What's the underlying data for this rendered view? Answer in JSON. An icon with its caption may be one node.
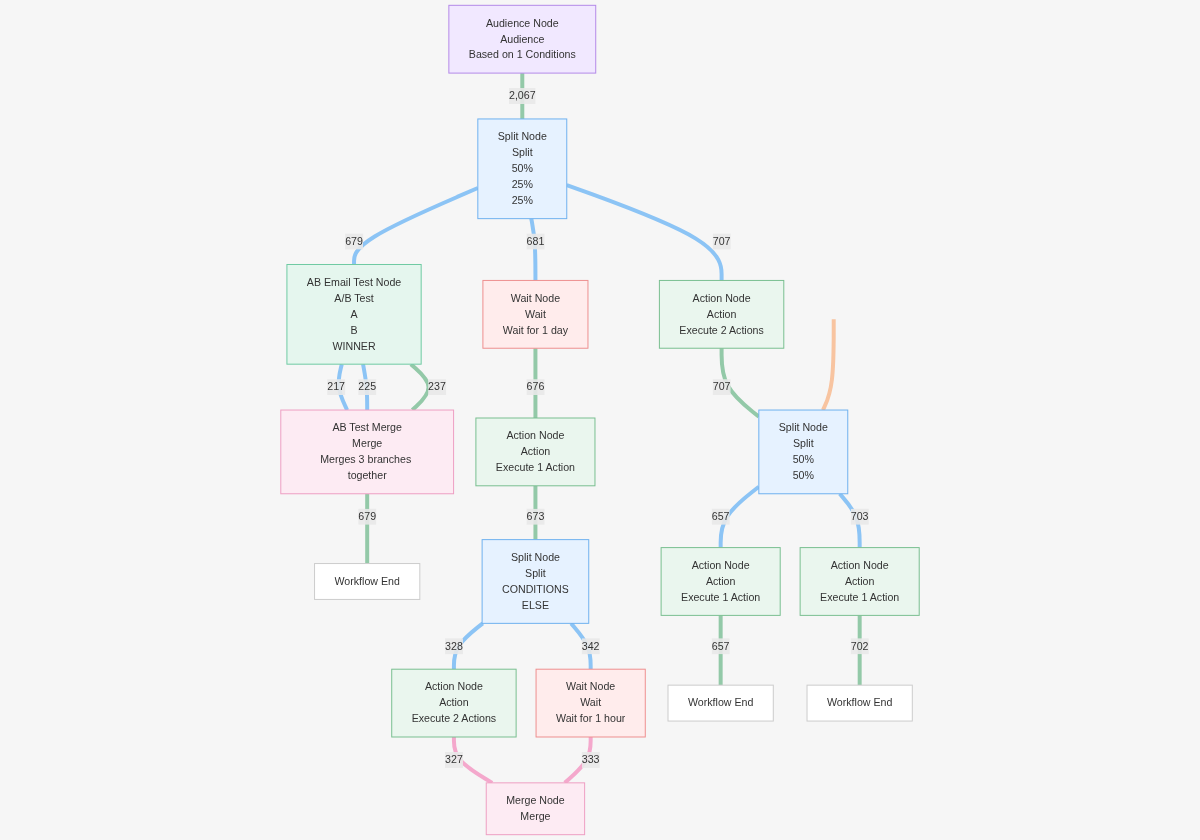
{
  "diagram": {
    "nodes": [
      {
        "text": [
          "Audience Node",
          "Audience",
          "Based on 1 Conditions"
        ]
      },
      {
        "text": [
          "Split Node",
          "Split",
          "50%",
          "25%",
          "25%"
        ]
      },
      {
        "text": [
          "AB Email Test Node",
          "A/B Test",
          "A",
          "B",
          "WINNER"
        ]
      },
      {
        "text": [
          "Wait Node",
          "Wait",
          "Wait for 1 day"
        ]
      },
      {
        "text": [
          "Action Node",
          "Action",
          "Execute 2 Actions"
        ]
      },
      {
        "text": [
          "AB Test Merge",
          "Merge",
          "Merges 3 branches together"
        ]
      },
      {
        "text": [
          "Action Node",
          "Action",
          "Execute 1 Action"
        ]
      },
      {
        "text": [
          "Split Node",
          "Split",
          "50%",
          "50%"
        ]
      },
      {
        "text": [
          "Workflow End"
        ]
      },
      {
        "text": [
          "Split Node",
          "Split",
          "CONDITIONS",
          "ELSE"
        ]
      },
      {
        "text": [
          "Action Node",
          "Action",
          "Execute 1 Action"
        ]
      },
      {
        "text": [
          "Action Node",
          "Action",
          "Execute 1 Action"
        ]
      },
      {
        "text": [
          "Action Node",
          "Action",
          "Execute 2 Actions"
        ]
      },
      {
        "text": [
          "Wait Node",
          "Wait",
          "Wait for 1 hour"
        ]
      },
      {
        "text": [
          "Workflow End"
        ]
      },
      {
        "text": [
          "Workflow End"
        ]
      },
      {
        "text": [
          "Merge Node",
          "Merge"
        ]
      }
    ],
    "edges": [
      {
        "from": 0,
        "to": 1,
        "arrow": "none",
        "label": "2,067",
        "color": "#93c9a8"
      },
      {
        "from": 1,
        "to": 2,
        "arrow": "none",
        "label": "679"
      },
      {
        "from": 1,
        "to": 3,
        "arrow": "none",
        "label": "681"
      },
      {
        "from": 1,
        "to": 4,
        "arrow": "none",
        "label": "707"
      },
      {
        "from": 2,
        "to": 5,
        "arrow": "none",
        "label": "217"
      },
      {
        "from": 2,
        "to": 5,
        "arrow": "none",
        "label": "225"
      },
      {
        "from": 2,
        "to": 5,
        "arrow": "none",
        "label": "237",
        "color": "#93c9a8"
      },
      {
        "from": 3,
        "to": 6,
        "arrow": "none",
        "label": "676",
        "color": "#93c9a8"
      },
      {
        "from": 4,
        "to": 7,
        "arrow": "none",
        "label": "707",
        "color": "#93c9a8"
      },
      {
        "from": 5,
        "to": 8,
        "arrow": "none",
        "label": "679",
        "color": "#93c9a8"
      },
      {
        "from": 6,
        "to": 9,
        "arrow": "none",
        "label": "673",
        "color": "#93c9a8"
      },
      {
        "from": 7,
        "to": 10,
        "arrow": "none",
        "label": "657"
      },
      {
        "from": 7,
        "to": 11,
        "arrow": "none",
        "label": "703"
      },
      {
        "from": 9,
        "to": 12,
        "arrow": "none",
        "label": "328"
      },
      {
        "from": 9,
        "to": 13,
        "arrow": "none",
        "label": "342"
      },
      {
        "from": 10,
        "to": 14,
        "arrow": "none",
        "label": "657",
        "color": "#93c9a8"
      },
      {
        "from": 11,
        "to": 15,
        "arrow": "none",
        "label": "702",
        "color": "#93c9a8"
      },
      {
        "from": 12,
        "to": 16,
        "arrow": "none",
        "label": "327",
        "color": "#f4a8cc"
      },
      {
        "from": 13,
        "to": 16,
        "arrow": "none",
        "label": "333",
        "color": "#f4a8cc"
      },
      {
        "from": null,
        "to": 7,
        "arrow": "none",
        "color": "#f8c4a0"
      }
    ]
  }
}
